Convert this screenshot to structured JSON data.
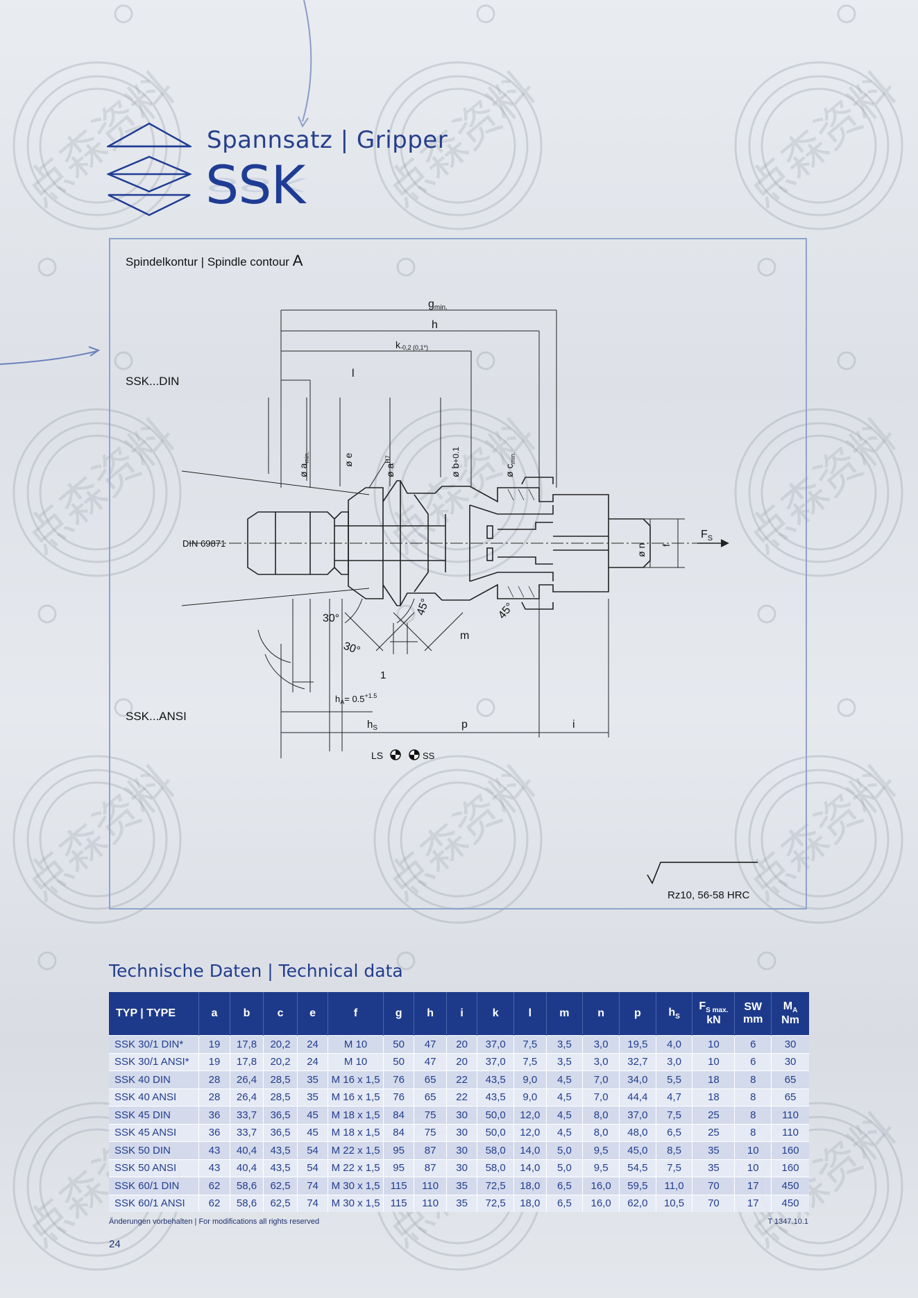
{
  "header": {
    "subtitle": "Spannsatz | Gripper",
    "title": "SSK"
  },
  "drawing": {
    "caption_prefix": "Spindelkontur | Spindle contour",
    "caption_letter": "A",
    "label_din": "SSK...DIN",
    "label_ansi": "SSK...ANSI",
    "label_din_std": "DIN 69871",
    "dim_g": "g",
    "dim_g_sub": "min.",
    "dim_h": "h",
    "dim_k": "k",
    "dim_k_tol": "-0,2 (0,1*)",
    "dim_l": "l",
    "dim_a": "ø a",
    "dim_a_sub": "min.",
    "dim_e": "ø e",
    "dim_ah7": "ø a",
    "dim_ah7_sup": "H7",
    "dim_b": "ø b",
    "dim_b_tol": "+0.1",
    "dim_c": "ø c",
    "dim_c_sub": "min.",
    "dim_n": "ø n",
    "dim_f": "f",
    "force": "F",
    "force_sub": "S",
    "angle_30a": "30°",
    "angle_30b": "30°",
    "angle_45a": "45°",
    "angle_45b": "45°",
    "dim_m": "m",
    "dim_1": "1",
    "dim_ha": "h",
    "dim_ha_sub": "A",
    "dim_ha_val": "= 0.5",
    "dim_ha_tol": "+1.5",
    "dim_hs": "h",
    "dim_hs_sub": "S",
    "dim_p": "p",
    "dim_i": "i",
    "ls": "LS",
    "ss": "SS",
    "surface": "Rz10, 56-58 HRC"
  },
  "section_title": "Technische Daten | Technical data",
  "table": {
    "headers": [
      "TYP | TYPE",
      "a",
      "b",
      "c",
      "e",
      "f",
      "g",
      "h",
      "i",
      "k",
      "l",
      "m",
      "n",
      "p",
      "hS",
      "FS max. kN",
      "SW mm",
      "MA Nm"
    ],
    "h_hs": "h",
    "h_hs_sub": "S",
    "h_fs": "F",
    "h_fs_sub": "S max.",
    "h_fs_unit": "kN",
    "h_sw": "SW",
    "h_sw_unit": "mm",
    "h_ma": "M",
    "h_ma_sub": "A",
    "h_ma_unit": "Nm",
    "rows": [
      [
        "SSK 30/1 DIN*",
        "19",
        "17,8",
        "20,2",
        "24",
        "M 10",
        "50",
        "47",
        "20",
        "37,0",
        "7,5",
        "3,5",
        "3,0",
        "19,5",
        "4,0",
        "10",
        "6",
        "30"
      ],
      [
        "SSK 30/1 ANSI*",
        "19",
        "17,8",
        "20,2",
        "24",
        "M 10",
        "50",
        "47",
        "20",
        "37,0",
        "7,5",
        "3,5",
        "3,0",
        "32,7",
        "3,0",
        "10",
        "6",
        "30"
      ],
      [
        "SSK 40 DIN",
        "28",
        "26,4",
        "28,5",
        "35",
        "M 16 x 1,5",
        "76",
        "65",
        "22",
        "43,5",
        "9,0",
        "4,5",
        "7,0",
        "34,0",
        "5,5",
        "18",
        "8",
        "65"
      ],
      [
        "SSK 40 ANSI",
        "28",
        "26,4",
        "28,5",
        "35",
        "M 16 x 1,5",
        "76",
        "65",
        "22",
        "43,5",
        "9,0",
        "4,5",
        "7,0",
        "44,4",
        "4,7",
        "18",
        "8",
        "65"
      ],
      [
        "SSK 45 DIN",
        "36",
        "33,7",
        "36,5",
        "45",
        "M 18 x 1,5",
        "84",
        "75",
        "30",
        "50,0",
        "12,0",
        "4,5",
        "8,0",
        "37,0",
        "7,5",
        "25",
        "8",
        "110"
      ],
      [
        "SSK 45 ANSI",
        "36",
        "33,7",
        "36,5",
        "45",
        "M 18 x 1,5",
        "84",
        "75",
        "30",
        "50,0",
        "12,0",
        "4,5",
        "8,0",
        "48,0",
        "6,5",
        "25",
        "8",
        "110"
      ],
      [
        "SSK 50 DIN",
        "43",
        "40,4",
        "43,5",
        "54",
        "M 22 x 1,5",
        "95",
        "87",
        "30",
        "58,0",
        "14,0",
        "5,0",
        "9,5",
        "45,0",
        "8,5",
        "35",
        "10",
        "160"
      ],
      [
        "SSK 50 ANSI",
        "43",
        "40,4",
        "43,5",
        "54",
        "M 22 x 1,5",
        "95",
        "87",
        "30",
        "58,0",
        "14,0",
        "5,0",
        "9,5",
        "54,5",
        "7,5",
        "35",
        "10",
        "160"
      ],
      [
        "SSK 60/1 DIN",
        "62",
        "58,6",
        "62,5",
        "74",
        "M 30 x 1,5",
        "115",
        "110",
        "35",
        "72,5",
        "18,0",
        "6,5",
        "16,0",
        "59,5",
        "11,0",
        "70",
        "17",
        "450"
      ],
      [
        "SSK 60/1 ANSI",
        "62",
        "58,6",
        "62,5",
        "74",
        "M 30 x 1,5",
        "115",
        "110",
        "35",
        "72,5",
        "18,0",
        "6,5",
        "16,0",
        "62,0",
        "10,5",
        "70",
        "17",
        "450"
      ]
    ]
  },
  "footer": {
    "note": "Änderungen vorbehalten | For modifications all rights reserved",
    "ref": "T 1347.10.1",
    "page": "24"
  },
  "watermark": {
    "text": "点森资料"
  },
  "colors": {
    "brand_blue": "#1d3a8a",
    "title_blue": "#1f3c94",
    "row_a": "#d2d9ec",
    "row_b": "#e6eaf5"
  }
}
